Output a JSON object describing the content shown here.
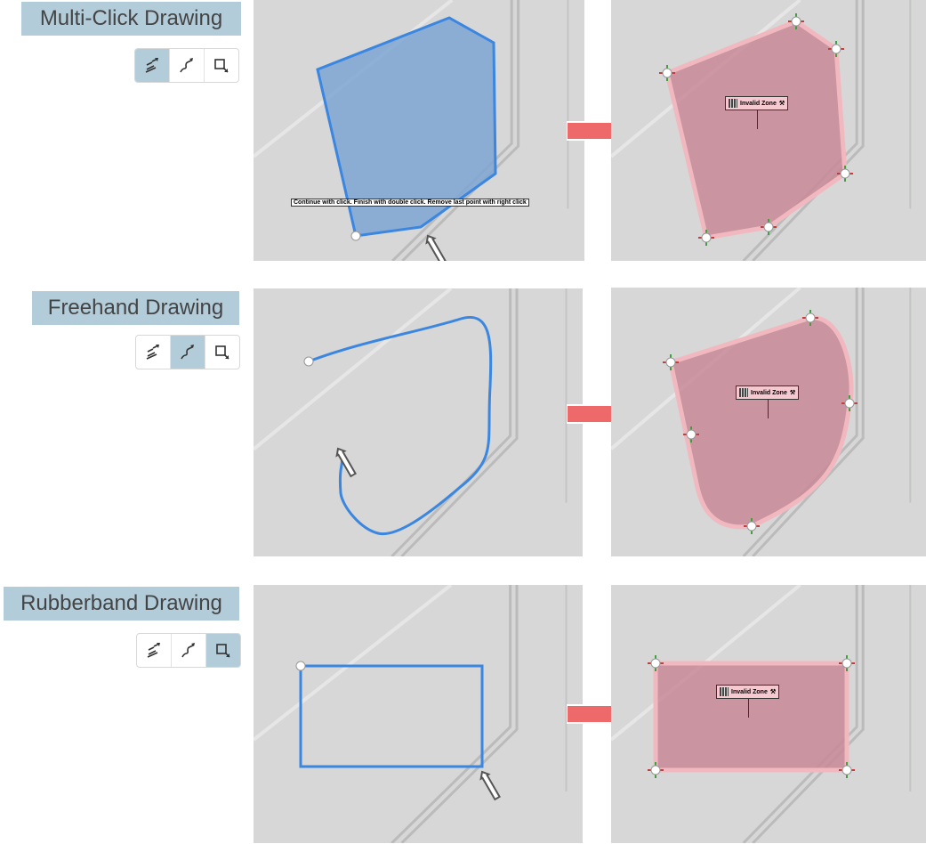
{
  "rows": [
    {
      "label": "Multi-Click Drawing",
      "active_tool": 0,
      "hint": "Continue with click. Finish with double click. Remove last point with right click",
      "zone_label": "Invalid Zone"
    },
    {
      "label": "Freehand Drawing",
      "active_tool": 1,
      "zone_label": "Invalid Zone"
    },
    {
      "label": "Rubberband Drawing",
      "active_tool": 2,
      "zone_label": "Invalid Zone"
    }
  ],
  "tools": [
    "multi-click-draw-icon",
    "freehand-draw-icon",
    "rubberband-draw-icon"
  ],
  "colors": {
    "label_bg": "#b3ccda",
    "drawing_stroke": "#3a86e0",
    "drawing_fill": "#7ea6d3",
    "zone_fill": "#c88a96",
    "zone_stroke": "#f2b8c0",
    "arrow": "#ee6a6a"
  }
}
